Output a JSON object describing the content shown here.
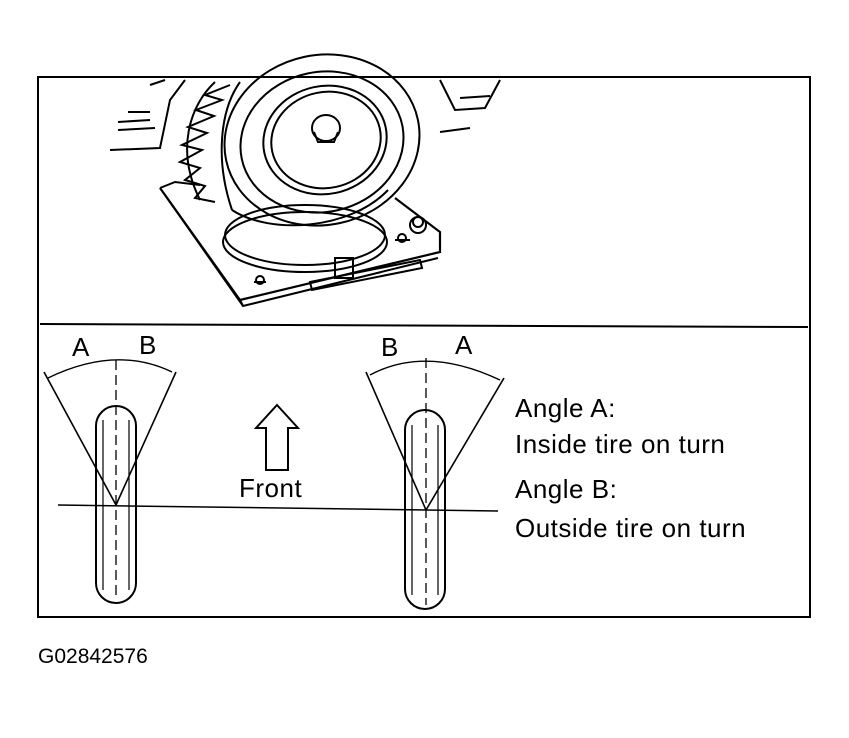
{
  "figure_id": "G02842576",
  "labels": {
    "left_a": "A",
    "left_b": "B",
    "right_b": "B",
    "right_a": "A",
    "front": "Front"
  },
  "legend": {
    "angle_a_title": "Angle A:",
    "angle_a_desc": "Inside tire on turn",
    "angle_b_title": "Angle B:",
    "angle_b_desc": "Outside tire on turn"
  },
  "colors": {
    "ink": "#000000",
    "paper": "#ffffff"
  }
}
